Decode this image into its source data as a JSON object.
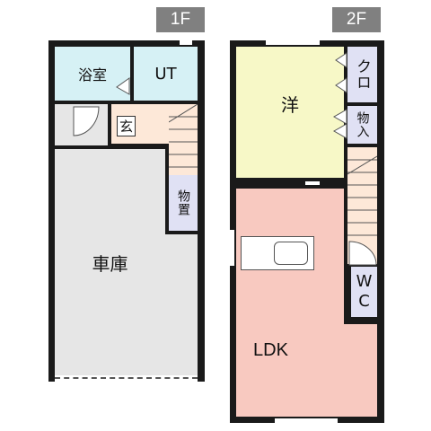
{
  "floors": [
    {
      "label": "1F",
      "rooms": {
        "bath": "浴室",
        "utility": "UT",
        "entrance": "玄",
        "storage": "物置",
        "garage": "車庫"
      }
    },
    {
      "label": "2F",
      "rooms": {
        "closet": "クロ",
        "western": "洋",
        "storage": "物入",
        "ldk": "LDK",
        "wc": "WC"
      }
    }
  ],
  "colors": {
    "wall": "#1a1a1a",
    "wet_area": "#d6f1f5",
    "garage": "#e6e6e6",
    "entrance": "#fde8d8",
    "closet": "#e0e1f4",
    "western": "#f7f8c7",
    "ldk": "#f8c9c0",
    "label_tag": "#808080"
  }
}
